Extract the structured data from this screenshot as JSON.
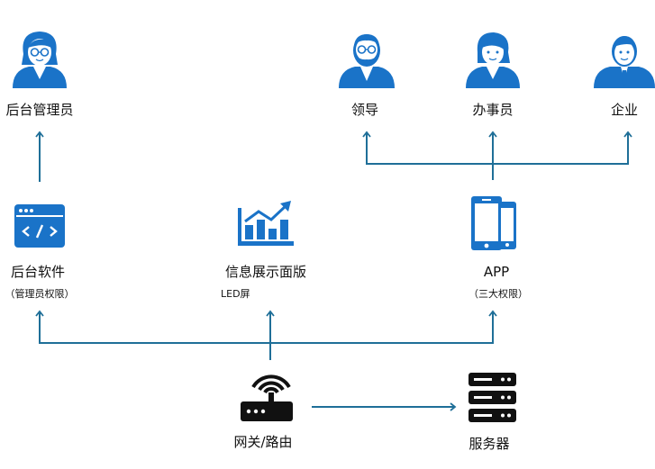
{
  "nodes": {
    "admin": {
      "label": "后台管理员"
    },
    "leader": {
      "label": "领导"
    },
    "clerk": {
      "label": "办事员"
    },
    "enterprise": {
      "label": "企业"
    },
    "backend_software": {
      "label": "后台软件",
      "sub": "（管理员权限）"
    },
    "info_display": {
      "label": "信息展示面版",
      "sub": "LED屏"
    },
    "app": {
      "label": "APP",
      "sub": "（三大权限）"
    },
    "gateway": {
      "label": "网关/路由"
    },
    "server": {
      "label": "服务器"
    }
  },
  "colors": {
    "primary": "#1a73c8",
    "line": "#1f6f98",
    "text": "#111111"
  },
  "icons": {
    "admin": "person-female-glasses-icon",
    "leader": "person-beard-glasses-icon",
    "clerk": "person-female-icon",
    "enterprise": "person-male-tie-icon",
    "backend_software": "browser-code-icon",
    "info_display": "bar-chart-trend-icon",
    "app": "mobile-devices-icon",
    "gateway": "router-icon",
    "server": "server-icon"
  }
}
